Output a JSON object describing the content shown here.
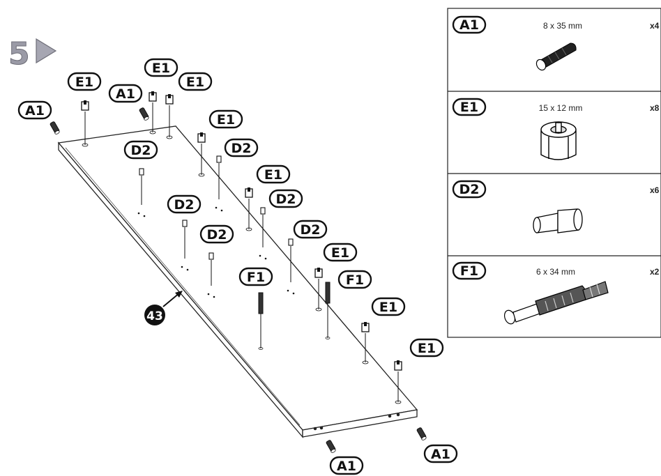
{
  "step": {
    "number": "5"
  },
  "panel_label": "43",
  "parts_table": [
    {
      "id": "A1",
      "size": "8 x 35 mm",
      "qty": "x4"
    },
    {
      "id": "E1",
      "size": "15 x 12 mm",
      "qty": "x8"
    },
    {
      "id": "D2",
      "size": "",
      "qty": "x6"
    },
    {
      "id": "F1",
      "size": "6 x 34 mm",
      "qty": "x2"
    }
  ],
  "callouts": [
    "A1",
    "E1",
    "E1",
    "A1",
    "E1",
    "E1",
    "D2",
    "D2",
    "E1",
    "D2",
    "D2",
    "D2",
    "D2",
    "E1",
    "F1",
    "F1",
    "E1",
    "E1",
    "A1",
    "A1"
  ]
}
